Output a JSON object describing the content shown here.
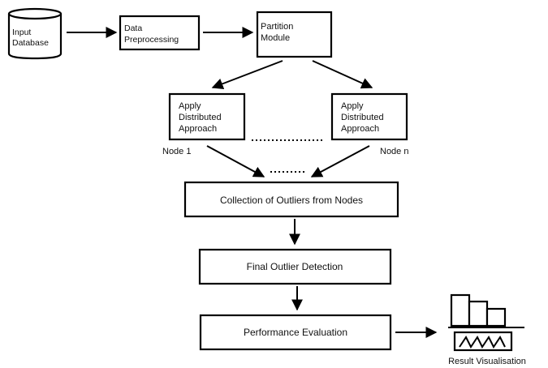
{
  "diagram": {
    "input_database": [
      "Input",
      "Database"
    ],
    "data_preprocessing": [
      "Data",
      "Preprocessing"
    ],
    "partition_module": [
      "Partition",
      "Module"
    ],
    "node_left_box": [
      "Apply",
      "Distributed",
      "Approach"
    ],
    "node_right_box": [
      "Apply",
      "Distributed",
      "Approach"
    ],
    "node_1_label": "Node 1",
    "node_n_label": "Node n",
    "collection": "Collection of Outliers from Nodes",
    "final_detection": "Final Outlier Detection",
    "performance": "Performance Evaluation",
    "result_visualisation": "Result Visualisation"
  }
}
